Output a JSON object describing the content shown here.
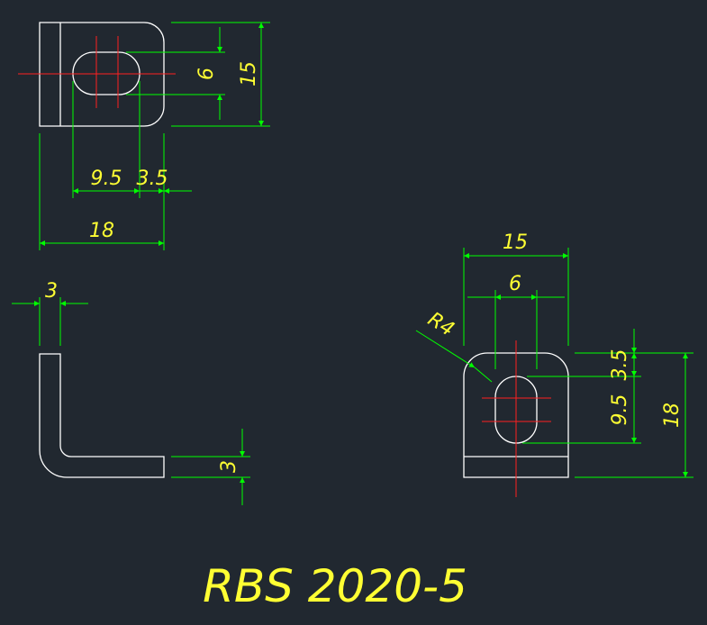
{
  "colors": {
    "background": "#212830",
    "outline": "#ffffff",
    "dimension": "#00ff00",
    "centerline": "#ff2020",
    "text": "#ffff33"
  },
  "top_view": {
    "dim_hole": "6",
    "dim_height": "15",
    "dim_hole_offset": "9.5",
    "dim_edge": "3.5",
    "dim_length": "18"
  },
  "side_view": {
    "dim_top": "3",
    "dim_thickness": "3"
  },
  "front_view": {
    "dim_width": "15",
    "dim_slot": "6",
    "dim_radius": "R4",
    "dim_top_offset": "3.5",
    "dim_slot_length": "9.5",
    "dim_height": "18"
  },
  "title": "RBS 2020-5"
}
